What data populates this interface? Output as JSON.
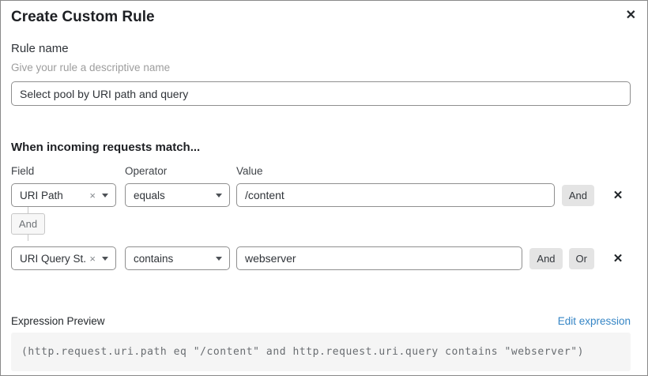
{
  "dialog": {
    "title": "Create Custom Rule"
  },
  "icons": {
    "close": "✕",
    "remove": "✕",
    "clear": "×"
  },
  "rule_name": {
    "label": "Rule name",
    "helper": "Give your rule a descriptive name",
    "value": "Select pool by URI path and query"
  },
  "builder": {
    "heading": "When incoming requests match...",
    "column_labels": {
      "field": "Field",
      "operator": "Operator",
      "value": "Value"
    },
    "connector_label": "And",
    "rows": [
      {
        "field": "URI Path",
        "operator": "equals",
        "value": "/content",
        "and_label": "And"
      },
      {
        "field": "URI Query St...",
        "operator": "contains",
        "value": "webserver",
        "and_label": "And",
        "or_label": "Or"
      }
    ]
  },
  "expression_preview": {
    "label": "Expression Preview",
    "edit_link": "Edit expression",
    "expression": "(http.request.uri.path eq \"/content\" and http.request.uri.query contains \"webserver\")"
  },
  "colors": {
    "link_blue": "#3585c5",
    "button_gray": "#e4e4e4",
    "border_gray": "#8f8f8f",
    "code_background": "#f5f5f5"
  }
}
